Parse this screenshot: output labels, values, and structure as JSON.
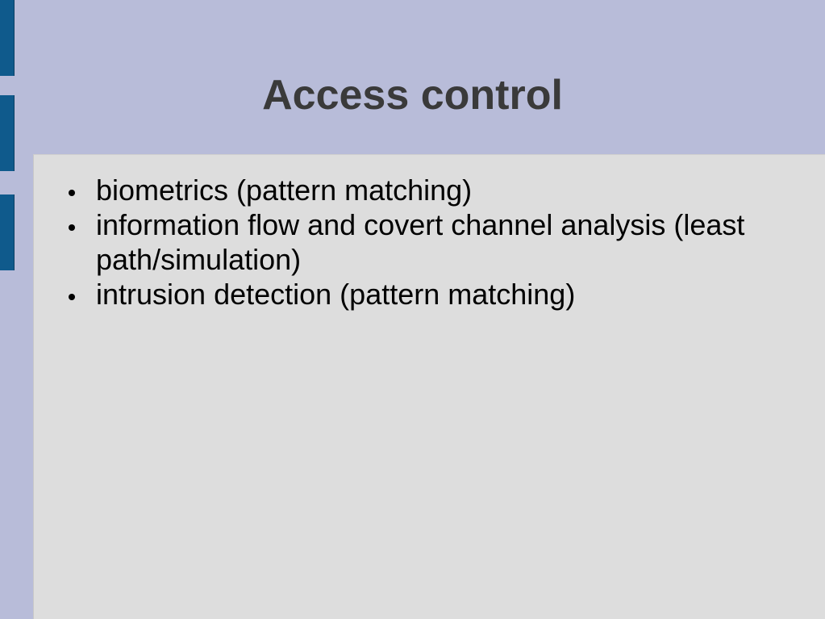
{
  "slide": {
    "title": "Access control",
    "bullets": [
      {
        "text": "biometrics (pattern matching)"
      },
      {
        "text": "information flow and covert channel analysis (least path/simulation)"
      },
      {
        "text": "intrusion detection (pattern matching)"
      }
    ]
  },
  "colors": {
    "background": "#b8bcd9",
    "content_panel": "#dddddd",
    "accent": "#0f5a8c",
    "title_text": "#3a3a3a",
    "body_text": "#000000"
  }
}
